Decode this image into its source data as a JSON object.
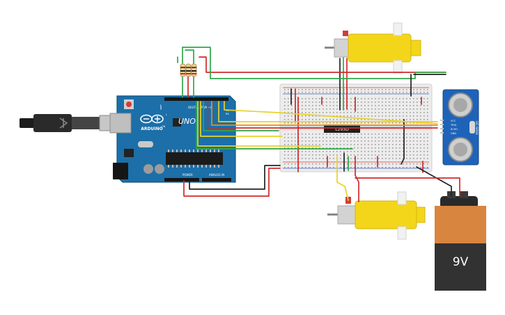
{
  "arduino": {
    "brand": "ARDUINO",
    "model": "UNO",
    "digital_label": "DIGITAL (PWM~)",
    "power_label": "POWER",
    "analog_label": "ANALOG IN",
    "aref_label": "AREF",
    "tx_label": "TX",
    "rx_label": "RX",
    "l_label": "L",
    "on_label": "ON"
  },
  "driver_chip": {
    "label": "L293D"
  },
  "sensor": {
    "model": "HC-SR04",
    "pins": [
      "VCC",
      "TRIG",
      "ECHO",
      "GND"
    ]
  },
  "battery": {
    "label": "9V"
  },
  "colors": {
    "arduino_board": "#1c6fa8",
    "motor_body": "#f3d61a",
    "battery_top": "#d8853f",
    "battery_bottom": "#323232",
    "sensor_board": "#1f63b8",
    "wire_red": "#d12a2a",
    "wire_green": "#2ea84a",
    "wire_yellow": "#e9d227",
    "wire_orange": "#f08a1e",
    "wire_black": "#222222",
    "breadboard": "#ececec"
  },
  "icons": [
    "usb-cable-icon",
    "motor-icon",
    "resistor-icon",
    "battery-icon",
    "ultrasonic-sensor-icon",
    "ic-chip-icon"
  ]
}
